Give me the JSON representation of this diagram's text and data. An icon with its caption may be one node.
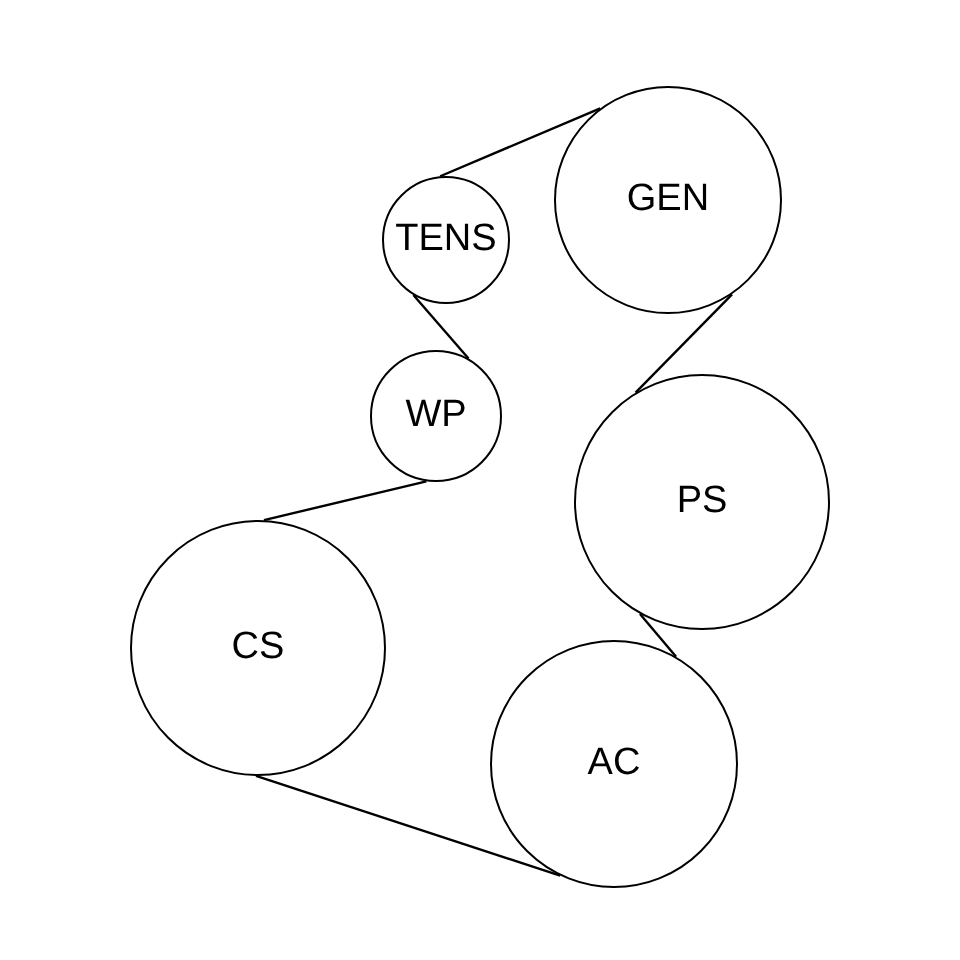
{
  "diagram": {
    "nodes": [
      {
        "text": [
          "GEN"
        ]
      },
      {
        "text": [
          "TENS"
        ]
      },
      {
        "text": [
          "WP"
        ]
      },
      {
        "text": [
          "PS"
        ]
      },
      {
        "text": [
          "CS"
        ]
      },
      {
        "text": [
          "AC"
        ]
      }
    ],
    "edges": [
      {
        "from": 1,
        "to": 0,
        "arrow": "none"
      },
      {
        "from": 0,
        "to": 3,
        "arrow": "none"
      },
      {
        "from": 3,
        "to": 5,
        "arrow": "none"
      },
      {
        "from": 5,
        "to": 4,
        "arrow": "none"
      },
      {
        "from": 4,
        "to": 2,
        "arrow": "none"
      },
      {
        "from": 2,
        "to": 1,
        "arrow": "none"
      }
    ]
  }
}
